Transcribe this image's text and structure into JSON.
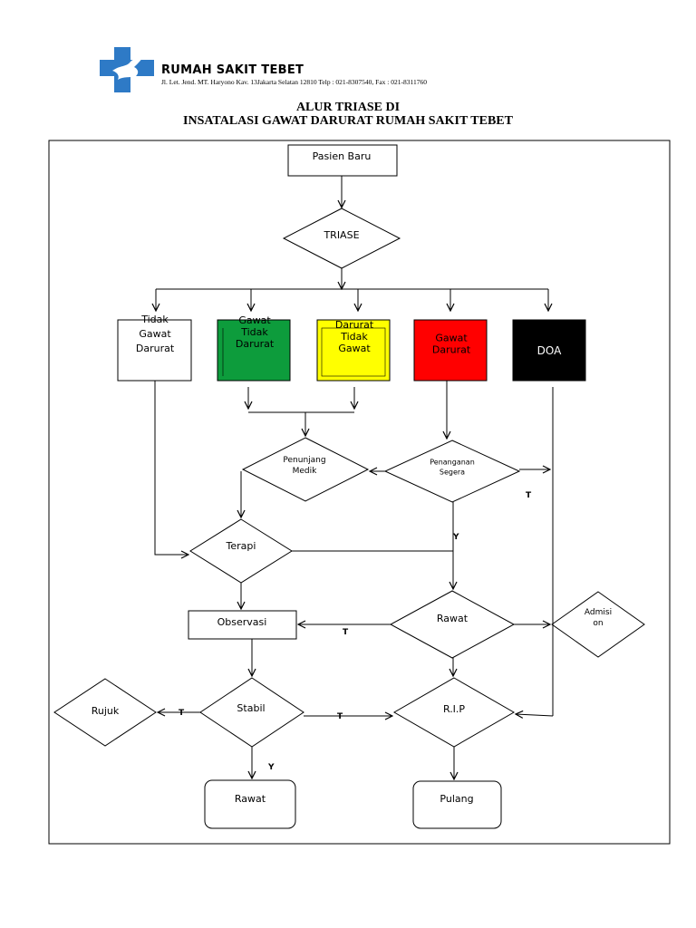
{
  "header": {
    "hospital_name": "RUMAH SAKIT TEBET",
    "address": "Jl. Let. Jend. MT. Haryono Kav. 13Jakarta Selatan 12810 Telp : 021-8307540,  Fax : 021-8311760",
    "logo_color": "#2e7ac6"
  },
  "title": {
    "line1": "ALUR TRIASE DI",
    "line2": "INSATALASI GAWAT DARURAT RUMAH SAKIT TEBET"
  },
  "nodes": {
    "pasien_baru": [
      "Pasien Baru"
    ],
    "triase": [
      "TRIASE"
    ],
    "tidak_gawat": [
      "Tidak",
      "Gawat",
      "Darurat"
    ],
    "gawat_tidak_darurat": [
      "Gawat",
      "Tidak",
      "Darurat"
    ],
    "darurat_tidak_gawat": [
      "Darurat",
      "Tidak",
      "Gawat"
    ],
    "gawat_darurat": [
      "Gawat",
      "Darurat"
    ],
    "doa": [
      "DOA"
    ],
    "penunjang_medik": [
      "Penunjang",
      "Medik"
    ],
    "penanganan_segera": [
      "Penanganan",
      "Segera"
    ],
    "terapi": [
      "Terapi"
    ],
    "observasi": [
      "Observasi"
    ],
    "rawat_decision": [
      "Rawat"
    ],
    "admision": [
      "Admisi",
      "on"
    ],
    "rujuk": [
      "Rujuk"
    ],
    "stabil": [
      "Stabil"
    ],
    "rip": [
      "R.I.P"
    ],
    "rawat_end": [
      "Rawat"
    ],
    "pulang": [
      "Pulang"
    ]
  },
  "colors": {
    "gawat_tidak_darurat": "#0d9c3c",
    "darurat_tidak_gawat": "#ffff00",
    "gawat_darurat": "#ff0000",
    "doa": "#000000"
  },
  "edge_labels": {
    "penanganan_t": "T",
    "penanganan_y": "Y",
    "rawat_t": "T",
    "stabil_t_left": "T",
    "stabil_t_right": "T",
    "stabil_y": "Y"
  }
}
